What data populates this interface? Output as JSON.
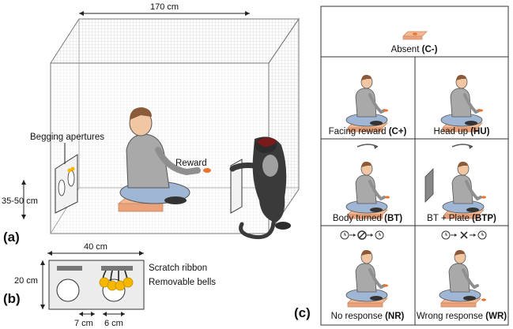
{
  "panel_a": {
    "label": "(a)",
    "width_dim": "170 cm",
    "height_dim": "35-50 cm",
    "begging_label": "Begging apertures",
    "reward_label": "Reward"
  },
  "panel_b": {
    "label": "(b)",
    "width_dim": "40 cm",
    "height_dim": "20 cm",
    "dim_a": "7 cm",
    "dim_b": "6 cm",
    "scratch_label": "Scratch ribbon",
    "bells_label": "Removable bells"
  },
  "panel_c": {
    "label": "(c)",
    "conditions": [
      {
        "name": "Absent",
        "code": "(C-)"
      },
      {
        "name": "Facing reward",
        "code": "(C+)"
      },
      {
        "name": "Head up",
        "code": "(HU)"
      },
      {
        "name": "Body turned",
        "code": "(BT)"
      },
      {
        "name": "BT + Plate",
        "code": "(BTP)"
      },
      {
        "name": "No response",
        "code": "(NR)"
      },
      {
        "name": "Wrong response",
        "code": "(WR)"
      }
    ]
  },
  "colors": {
    "cushion": "#f4b892",
    "reward": "#e8732a",
    "bell": "#f5b800",
    "shirt": "#a9a9a9",
    "pants": "#9fb6d4",
    "monkey": "#3a3a3a"
  }
}
